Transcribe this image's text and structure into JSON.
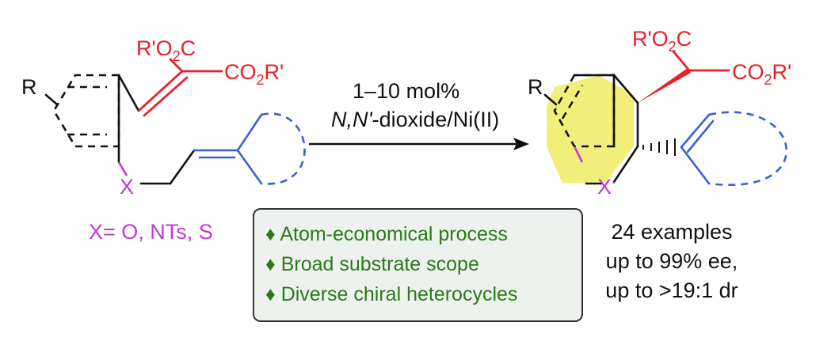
{
  "reactant": {
    "r_label": "R",
    "ester_top": "R'O",
    "ester_top_sub": "2",
    "ester_top_end": "C",
    "ester_right": "CO",
    "ester_right_sub": "2",
    "ester_right_end": "R'",
    "x_label": "X",
    "x_definition": "X= O, NTs, S"
  },
  "conditions": {
    "loading": "1–10 mol%",
    "catalyst_italic": "N,N'",
    "catalyst_rest": "-dioxide/Ni(II)"
  },
  "product": {
    "r_label": "R",
    "ester_top": "R'O",
    "ester_top_sub": "2",
    "ester_top_end": "C",
    "ester_right": "CO",
    "ester_right_sub": "2",
    "ester_right_end": "R'",
    "x_label": "X"
  },
  "results": [
    "24 examples",
    "up to 99% ee,",
    "up to >19:1 dr"
  ],
  "features": [
    "♦ Atom-economical process",
    "♦ Broad substrate scope",
    "♦ Diverse chiral heterocycles"
  ],
  "colors": {
    "ester": "#e8202a",
    "alkene": "#3a5fd6",
    "heteroatom": "#c23ad6",
    "highlight": "#f2ee7a",
    "feature_text": "#2a7a1a",
    "box_fill": "#eef2ee"
  }
}
